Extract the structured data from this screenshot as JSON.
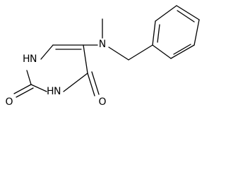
{
  "diagram": {
    "type": "chemical-structure",
    "atoms": {
      "o2": "O",
      "o4": "O",
      "n_methyl": "N",
      "n1_h": "H",
      "n1_n": "N",
      "n3_h": "H",
      "n3_n": "N"
    },
    "line_color": "#000000",
    "background_color": "#ffffff"
  }
}
